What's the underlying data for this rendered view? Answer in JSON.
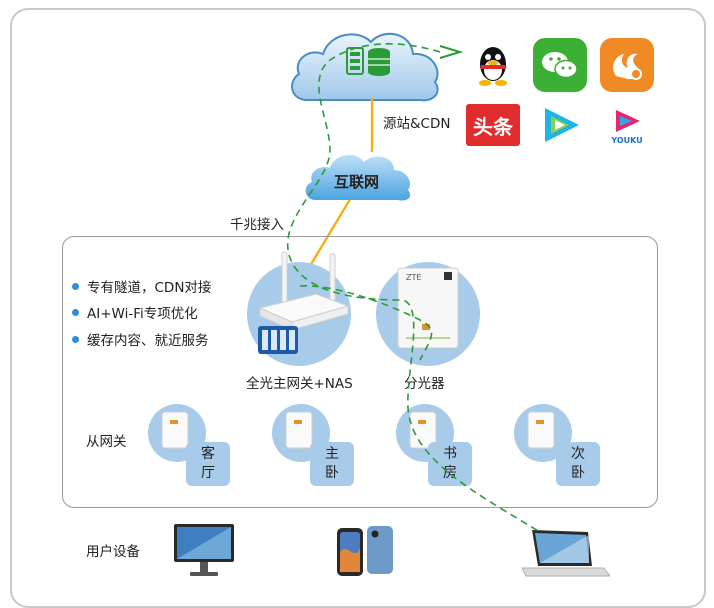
{
  "labels": {
    "origin_cdn": "源站&CDN",
    "internet": "互联网",
    "gigabit_access": "千兆接入",
    "main_gateway": "全光主网关+NAS",
    "splitter": "分光器",
    "sub_gateway": "从网关",
    "user_devices": "用户设备"
  },
  "features": [
    "专有隧道，CDN对接",
    "AI+Wi-Fi专项优化",
    "缓存内容、就近服务"
  ],
  "rooms": [
    {
      "line1": "客",
      "line2": "厅"
    },
    {
      "line1": "主",
      "line2": "卧"
    },
    {
      "line1": "书",
      "line2": "房"
    },
    {
      "line1": "次",
      "line2": "卧"
    }
  ],
  "apps": [
    {
      "icon": "qq-penguin-icon",
      "color": "#ffffff"
    },
    {
      "icon": "wechat-icon",
      "color": "#3cb034"
    },
    {
      "icon": "uc-browser-icon",
      "color": "#f08a24"
    },
    {
      "icon": "toutiao-icon",
      "text": "头条",
      "color": "#e02c2c"
    },
    {
      "icon": "tencent-video-icon",
      "color": "#1eb4e6"
    },
    {
      "icon": "youku-icon",
      "text": "YOUKU",
      "color": "#e6256d"
    }
  ],
  "colors": {
    "accent_blue": "#2e8fd8",
    "circle_fill": "#a9cbea",
    "fiber_line": "#f2b21c",
    "dashed_path": "#2d9a3a"
  }
}
